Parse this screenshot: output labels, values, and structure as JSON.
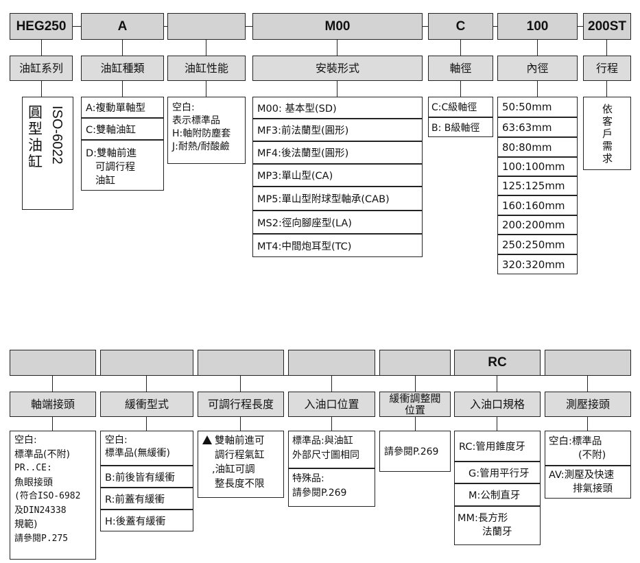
{
  "row1": {
    "codes": [
      "HEG250",
      "A",
      "",
      "M00",
      "C",
      "100",
      "200ST"
    ],
    "labels": [
      "油缸系列",
      "油缸種類",
      "油缸性能",
      "安裝形式",
      "軸徑",
      "內徑",
      "行程"
    ],
    "series_v1": "圓型油缸",
    "series_v2": "ISO-6022",
    "types": [
      "A:複動單軸型",
      "C:雙軸油缸",
      "D:雙軸前進",
      "可調行程",
      "油缸"
    ],
    "performance": [
      "空白:",
      "表示標準品",
      "H:軸附防塵套",
      "J:耐熱/耐酸鹼"
    ],
    "mounting": [
      "M00: 基本型(SD)",
      "MF3:前法蘭型(圓形)",
      "MF4:後法蘭型(圓形)",
      "MP3:單山型(CA)",
      "MP5:單山型附球型軸承(CAB)",
      "MS2:徑向腳座型(LA)",
      "MT4:中間炮耳型(TC)"
    ],
    "shaft": [
      "C:C級軸徑",
      "B: B級軸徑"
    ],
    "bore": [
      "50:50mm",
      "63:63mm",
      "80:80mm",
      "100:100mm",
      "125:125mm",
      "160:160mm",
      "200:200mm",
      "250:250mm",
      "320:320mm"
    ],
    "stroke_v": "依客戶需求"
  },
  "row2": {
    "codes": [
      "",
      "",
      "",
      "",
      "",
      "RC",
      ""
    ],
    "labels": [
      "軸端接頭",
      "緩衝型式",
      "可調行程長度",
      "入油口位置",
      "緩衝調整閥",
      "入油口規格",
      "測壓接頭"
    ],
    "label5_line2": "位置",
    "rod_end": [
      "空白:",
      "標準品(不附)",
      "PR..CE:",
      "魚眼接頭",
      "(符合ISO-6982",
      "及DIN24338",
      "規範)",
      "請參閱P.275"
    ],
    "cushion_blank": [
      "空白:",
      "標準品(無緩衝)"
    ],
    "cushion": [
      "B:前後皆有緩衝",
      "R:前蓋有緩衝",
      "H:後蓋有緩衝"
    ],
    "adjust": [
      "雙軸前進可",
      "調行程氣缸",
      ",油缸可調",
      "整長度不限"
    ],
    "port_pos_std": [
      "標準品:與油缸",
      "外部尺寸圖相同"
    ],
    "port_pos_sp": [
      "特殊品:",
      "請參閱P.269"
    ],
    "valve": "請參閱P.269",
    "port_spec": [
      "RC:管用錐度牙",
      "G:管用平行牙",
      "M:公制直牙",
      "MM:長方形",
      "法蘭牙"
    ],
    "gauge1": [
      "空白:標準品",
      "(不附)"
    ],
    "gauge2": [
      "AV:測壓及快速",
      "排氣接頭"
    ]
  }
}
